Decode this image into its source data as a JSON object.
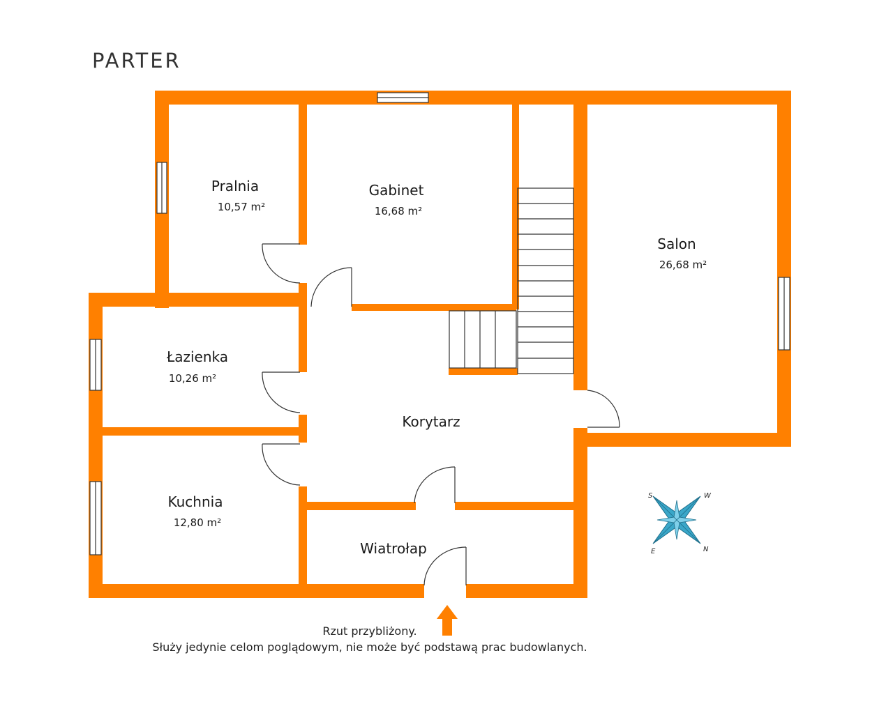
{
  "title": "PARTER",
  "rooms": [
    {
      "name": "Pralnia",
      "area": "10,57 m²"
    },
    {
      "name": "Gabinet",
      "area": "16,68 m²"
    },
    {
      "name": "Salon",
      "area": "26,68 m²"
    },
    {
      "name": "Łazienka",
      "area": "10,26 m²"
    },
    {
      "name": "Kuchnia",
      "area": "12,80 m²"
    },
    {
      "name": "Korytarz"
    },
    {
      "name": "Wiatrołap"
    }
  ],
  "compass": {
    "s": "S",
    "w": "W",
    "e": "E",
    "n": "N"
  },
  "note": {
    "line1": "Rzut przybliżony.",
    "line2": "Służy jedynie celom poglądowym, nie może być podstawą prac budowlanych."
  },
  "colors": {
    "wall": "#ff8000",
    "compass": "#3aa7c9",
    "window": "#ffffff"
  }
}
